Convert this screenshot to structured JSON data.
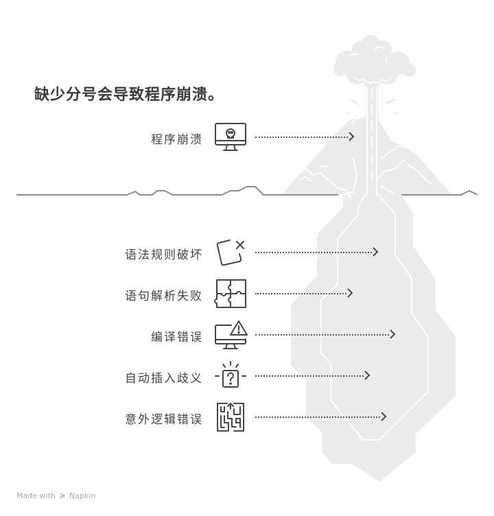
{
  "title": "缺少分号会导致程序崩溃。",
  "colors": {
    "illustration_fill": "#ebebeb",
    "ground_line": "#8c8c8c",
    "text": "#444444",
    "icon_stroke": "#444444"
  },
  "top_item": {
    "label": "程序崩溃",
    "icon": "monitor-skull-icon"
  },
  "items": [
    {
      "label": "语法规则破坏",
      "icon": "broken-square-x-icon"
    },
    {
      "label": "语句解析失败",
      "icon": "puzzle-icon"
    },
    {
      "label": "编译错误",
      "icon": "monitor-warning-icon"
    },
    {
      "label": "自动插入歧义",
      "icon": "question-box-icon"
    },
    {
      "label": "意外逻辑错误",
      "icon": "maze-icon"
    }
  ],
  "footer": {
    "made_with": "Made with",
    "brand": "Napkin"
  }
}
